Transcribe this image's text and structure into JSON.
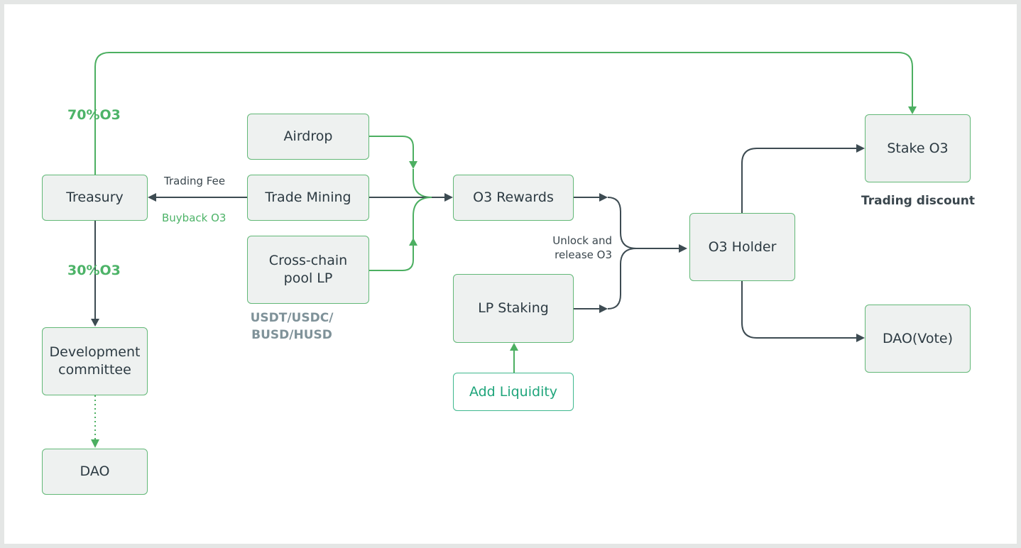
{
  "nodes": {
    "treasury": "Treasury",
    "development_committee": "Development\ncommittee",
    "dao": "DAO",
    "airdrop": "Airdrop",
    "trade_mining": "Trade Mining",
    "cross_chain_pool_lp": "Cross-chain\npool LP",
    "o3_rewards": "O3 Rewards",
    "lp_staking": "LP Staking",
    "add_liquidity": "Add Liquidity",
    "o3_holder": "O3 Holder",
    "stake_o3": "Stake O3",
    "dao_vote": "DAO(Vote)"
  },
  "labels": {
    "pct_70": "70%O3",
    "pct_30": "30%O3",
    "trading_fee": "Trading Fee",
    "buyback_o3": "Buyback O3",
    "stablecoins": "USDT/USDC/\nBUSD/HUSD",
    "unlock_release": "Unlock and\nrelease O3",
    "trading_discount": "Trading discount"
  },
  "colors": {
    "green_line": "#4caf61",
    "dark_line": "#3d4b52",
    "node_border": "#62b877",
    "node_fill": "#eef1f0",
    "teal_text": "#1fa57b"
  }
}
